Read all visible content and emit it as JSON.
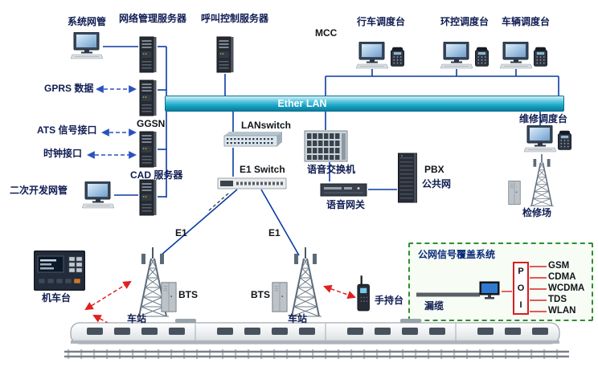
{
  "diagram": {
    "top": {
      "system_nms": "系统网管",
      "network_mgmt_server": "网络管理服务器",
      "call_control_server": "呼叫控制服务器",
      "mcc": "MCC",
      "train_dispatch": "行车调度台",
      "env_dispatch": "环控调度台",
      "vehicle_dispatch": "车辆调度台"
    },
    "left": {
      "gprs_data": "GPRS 数据",
      "ggsn": "GGSN",
      "ats_interface": "ATS 信号接口",
      "clock_interface": "时钟接口",
      "cad_server": "CAD 服务器",
      "secondary_dev_nms": "二次开发网管"
    },
    "backbone": {
      "ether_lan": "Ether LAN",
      "lanswitch": "LANswitch",
      "e1_switch": "E1 Switch",
      "voice_switch": "语音交换机",
      "voice_gateway": "语音网关",
      "pbx": "PBX",
      "public_network": "公共网"
    },
    "right": {
      "maintenance_dispatch": "维修调度台",
      "maintenance_depot": "检修场"
    },
    "radio": {
      "e1_left": "E1",
      "e1_right": "E1",
      "locomotive_station": "机车台",
      "bts_left": "BTS",
      "bts_right": "BTS",
      "station_left": "车站",
      "station_right": "车站",
      "handheld": "手持台"
    },
    "coverage": {
      "title": "公网信号覆盖系统",
      "leaky_cable": "漏缆",
      "poi_letters": [
        "P",
        "O",
        "I"
      ],
      "services": [
        "GSM",
        "CDMA",
        "WCDMA",
        "TDS",
        "WLAN"
      ]
    }
  },
  "colors": {
    "network_line": "#0a3ca0",
    "interface_dashed": "#2a52be",
    "wireless_red": "#e02020",
    "coverage_border": "#2f8f2f",
    "ether_bar": "#17a3c4",
    "label_text": "#0f1c52"
  }
}
